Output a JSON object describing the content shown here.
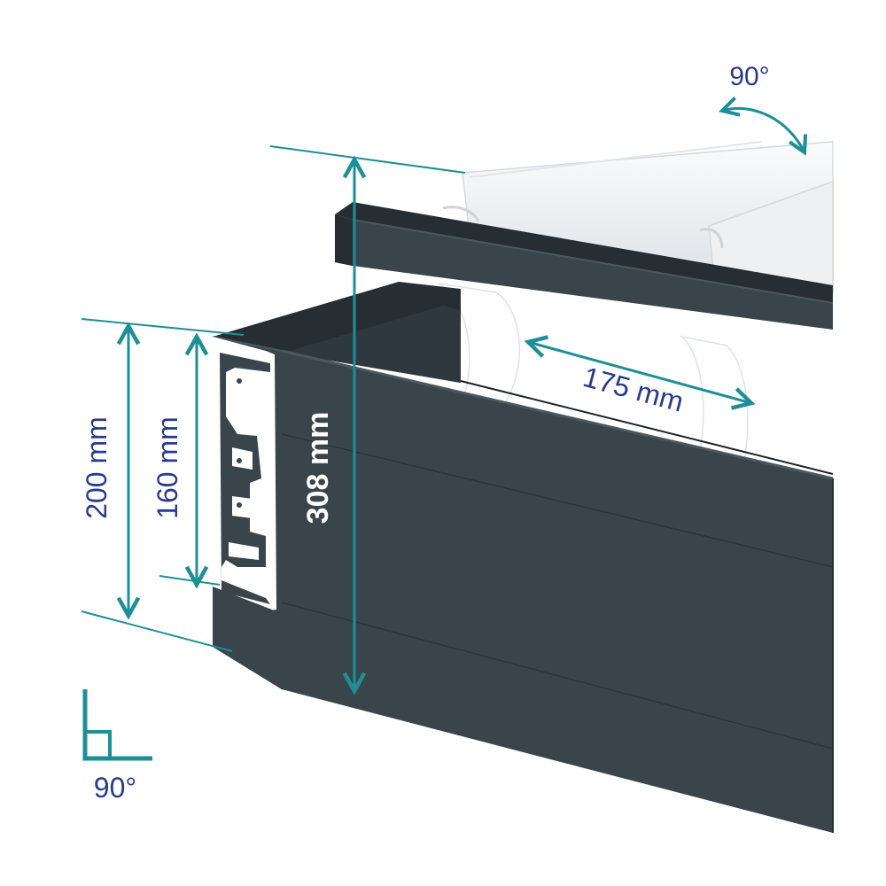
{
  "colors": {
    "dimension_line": "#1e8f96",
    "label_blue": "#283a8c",
    "housing": "#3a454b",
    "housing_dark": "#262e33",
    "housing_light": "#4b575e",
    "aluminium": "#ffffff",
    "louvre": "#f1f3f5"
  },
  "labels": {
    "top_angle": "90°",
    "corner_angle": "90°",
    "width_175": "175 mm",
    "height_308": "308 mm",
    "height_200": "200 mm",
    "height_160": "160 mm"
  },
  "icons": {
    "rotation_arrow": "curved-double-arrow-icon",
    "corner_angle": "right-angle-icon"
  }
}
